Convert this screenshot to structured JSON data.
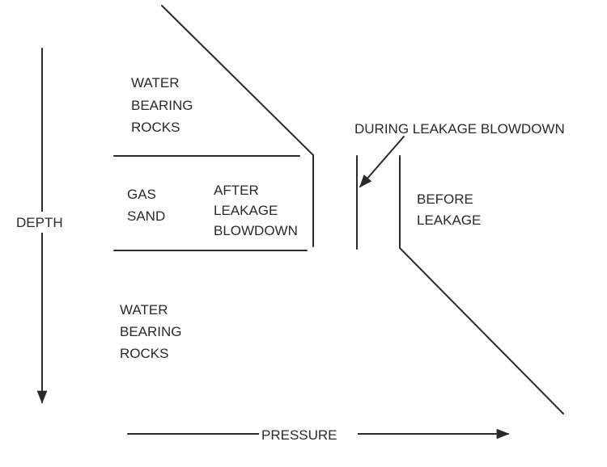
{
  "labels": {
    "depth": "DEPTH",
    "pressure": "PRESSURE",
    "upper_rocks": [
      "WATER",
      "BEARING",
      "ROCKS"
    ],
    "lower_rocks": [
      "WATER",
      "BEARING",
      "ROCKS"
    ],
    "gas_sand": [
      "GAS",
      "SAND"
    ],
    "after_blowdown": [
      "AFTER",
      "LEAKAGE",
      "BLOWDOWN"
    ],
    "before_leakage": [
      "BEFORE",
      "LEAKAGE"
    ],
    "during_blowdown": "DURING LEAKAGE BLOWDOWN"
  }
}
